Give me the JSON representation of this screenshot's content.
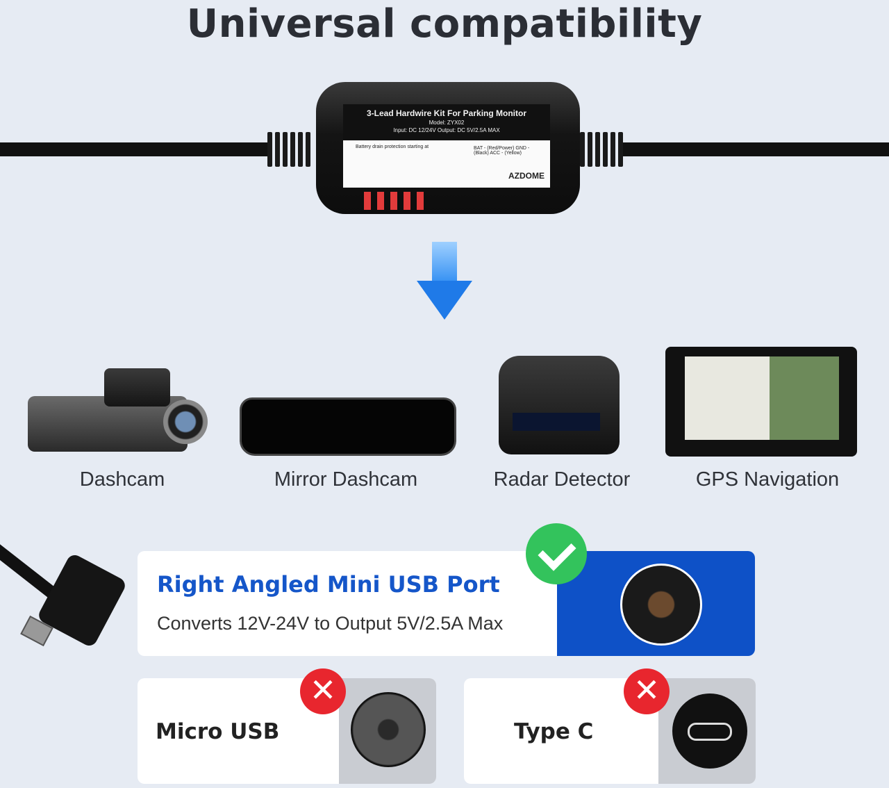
{
  "title": "Universal compatibility",
  "kit_label": {
    "title": "3-Lead Hardwire Kit For Parking Monitor",
    "model": "Model: ZYX02",
    "io": "Input: DC 12/24V   Output: DC 5V/2.5A MAX",
    "battery": "Battery drain protection starting at",
    "leads": "BAT - (Red/Power)  GND - (Black)  ACC - (Yellow)",
    "brand": "AZDOME"
  },
  "devices": [
    {
      "label": "Dashcam"
    },
    {
      "label": "Mirror Dashcam"
    },
    {
      "label": "Radar Detector"
    },
    {
      "label": "GPS Navigation"
    }
  ],
  "main_port": {
    "title": "Right Angled Mini USB Port",
    "subtitle": "Converts 12V-24V to Output 5V/2.5A Max"
  },
  "alt_ports": [
    {
      "label": "Micro USB"
    },
    {
      "label": "Type C"
    }
  ],
  "colors": {
    "accent_blue": "#0e51c7",
    "title_blue": "#1556c9",
    "check_green": "#33c35c",
    "x_red": "#e8262e"
  }
}
